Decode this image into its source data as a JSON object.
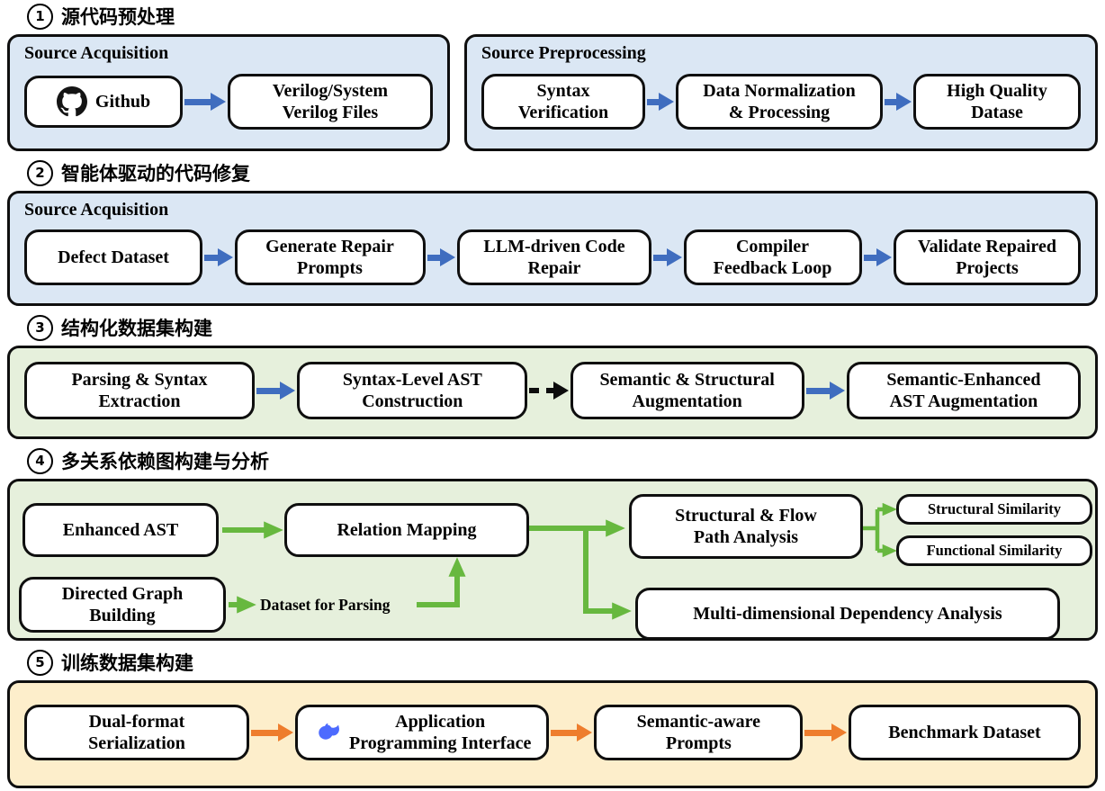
{
  "colors": {
    "blue_arrow": "#3f6dbf",
    "green_arrow": "#67b83f",
    "orange_arrow": "#ee7d2d",
    "panel_blue": "#dbe7f4",
    "panel_green": "#e6f0dc",
    "panel_orange": "#fdeecb",
    "deepseek_blue": "#4d6bfe"
  },
  "sections": {
    "s1": {
      "num": "1",
      "title": "源代码预处理",
      "acquisition": {
        "label": "Source Acquisition",
        "github": "Github",
        "verilog": "Verilog/System\nVerilog Files"
      },
      "preprocessing": {
        "label": "Source Preprocessing",
        "boxes": [
          "Syntax\nVerification",
          "Data Normalization\n& Processing",
          "High Quality\nDatase"
        ]
      }
    },
    "s2": {
      "num": "2",
      "title": "智能体驱动的代码修复",
      "label": "Source Acquisition",
      "boxes": [
        "Defect Dataset",
        "Generate Repair\nPrompts",
        "LLM-driven Code\nRepair",
        "Compiler\nFeedback Loop",
        "Validate Repaired\nProjects"
      ]
    },
    "s3": {
      "num": "3",
      "title": "结构化数据集构建",
      "boxes": [
        "Parsing & Syntax\nExtraction",
        "Syntax-Level AST\nConstruction",
        "Semantic & Structural\nAugmentation",
        "Semantic-Enhanced\nAST Augmentation"
      ]
    },
    "s4": {
      "num": "4",
      "title": "多关系依赖图构建与分析",
      "boxes": {
        "enhanced_ast": "Enhanced AST",
        "relation_mapping": "Relation Mapping",
        "structural_flow": "Structural & Flow\nPath Analysis",
        "structural_sim": "Structural Similarity",
        "functional_sim": "Functional Similarity",
        "multi_dim": "Multi-dimensional Dependency Analysis",
        "directed_graph": "Directed Graph\nBuilding",
        "dataset_label": "Dataset for Parsing"
      }
    },
    "s5": {
      "num": "5",
      "title": "训练数据集构建",
      "boxes": [
        "Dual-format\nSerialization",
        "Application\nProgramming Interface",
        "Semantic-aware\nPrompts",
        "Benchmark Dataset"
      ]
    }
  }
}
